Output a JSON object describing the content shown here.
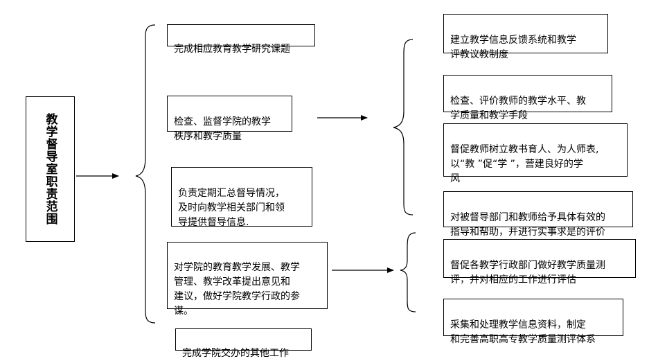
{
  "main": {
    "title": "教学督导室职责范围"
  },
  "duties": [
    {
      "id": "d1",
      "text": "完成相应教育教学研究课题"
    },
    {
      "id": "d2",
      "text": "检查、监督学院的教学\n秩序和教学质量"
    },
    {
      "id": "d3",
      "text": "负责定期汇总督导情况，\n及时向教学相关部门和领\n导提供督导信息."
    },
    {
      "id": "d4",
      "text": "对学院的教育教学发展、教学\n管理、教学改革提出意见和\n建议，做好学院教学行政的参\n谋。"
    },
    {
      "id": "d5",
      "text": "完成学院交办的其他工作"
    }
  ],
  "inspection_details": [
    {
      "id": "s1",
      "text": "建立教学信息反馈系统和教学\n评教议教制度"
    },
    {
      "id": "s2",
      "text": "检查、评价教师的教学水平、教\n学质量和教学手段"
    },
    {
      "id": "s3",
      "text": "督促教师树立教书育人、为人师表,\n以“教 ”促“学 ”，营建良好的学\n风"
    },
    {
      "id": "s4",
      "text": "对被督导部门和教师给予具体有效的\n指导和帮助，并进行实事求是的评价"
    }
  ],
  "advisory_details": [
    {
      "id": "a1",
      "text": "督促各教学行政部门做好教学质量测\n评，并对相应的工作进行评估"
    },
    {
      "id": "a2",
      "text": "采集和处理教学信息资料，制定\n和完善高职高专教学质量测评体系"
    }
  ]
}
